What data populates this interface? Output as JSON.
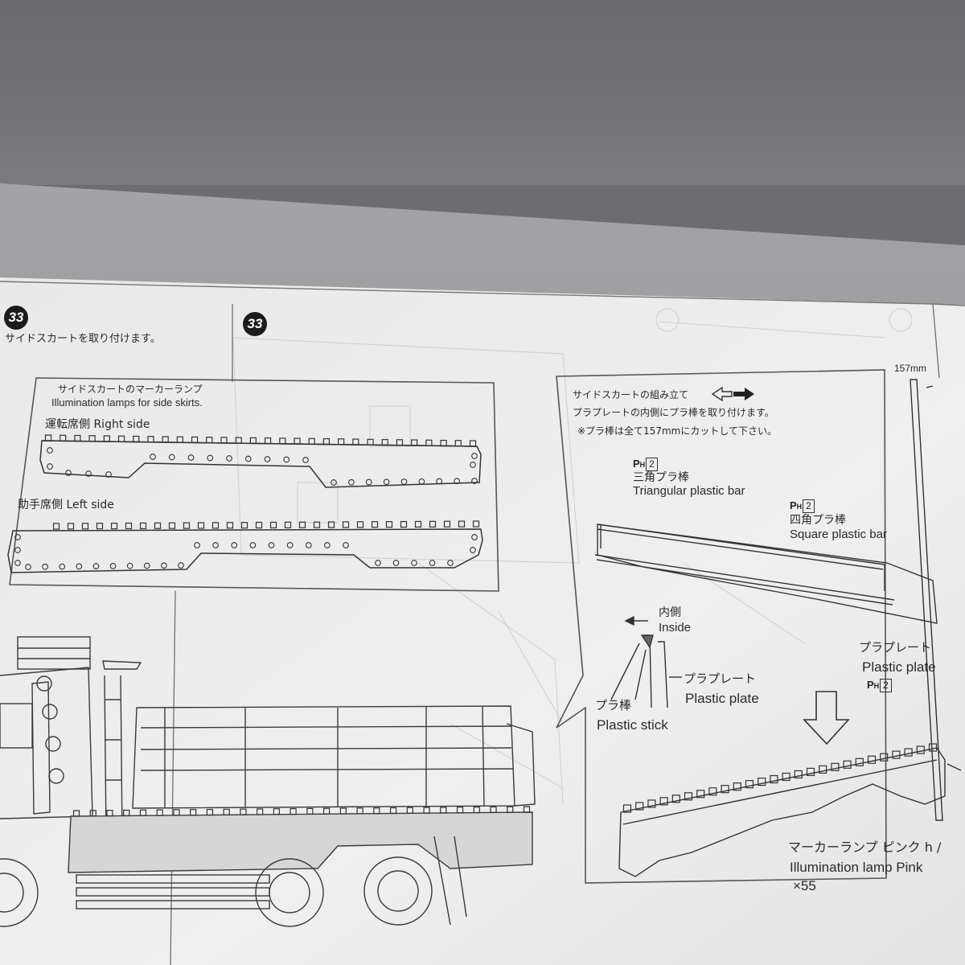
{
  "left_step": {
    "number": "33",
    "instruction": "サイドスカートを取り付けます。"
  },
  "right_step": {
    "number": "33"
  },
  "illumination_box": {
    "title_jp": "サイドスカートのマーカーランプ",
    "title_en": "Illumination lamps for side skirts.",
    "right_side_label": "運転席側 Right side",
    "left_side_label": "助手席側 Left side"
  },
  "assembly_box": {
    "title_jp": "サイドスカートの組み立て",
    "line2": "プラプレートの内側にプラ棒を取り付けます。",
    "line3": "※プラ棒は全て157mmにカットして下さい。",
    "part_code_prefix": "P",
    "part_code_sub": "H",
    "part_code_num": "2",
    "triangular_jp": "三角プラ棒",
    "triangular_en": "Triangular plastic bar",
    "square_jp": "四角プラ棒",
    "square_en": "Square plastic bar",
    "inside_jp": "内側",
    "inside_en": "Inside",
    "plate_jp": "プラプレート",
    "plate_en": "Plastic plate",
    "plate2_jp": "プラプレート",
    "plate2_en": "Plastic plate",
    "stick_jp": "プラ棒",
    "stick_en": "Plastic stick",
    "lamp_jp": "マーカーランプ ピンク h /",
    "lamp_en": "Illumination lamp Pink",
    "lamp_qty": "×55"
  },
  "dimension": {
    "length_label": "157mm"
  },
  "colors": {
    "paper": "#ededed",
    "line": "#4a4a4a",
    "wall": "#6e6e70",
    "table": "#9a9a9c"
  }
}
